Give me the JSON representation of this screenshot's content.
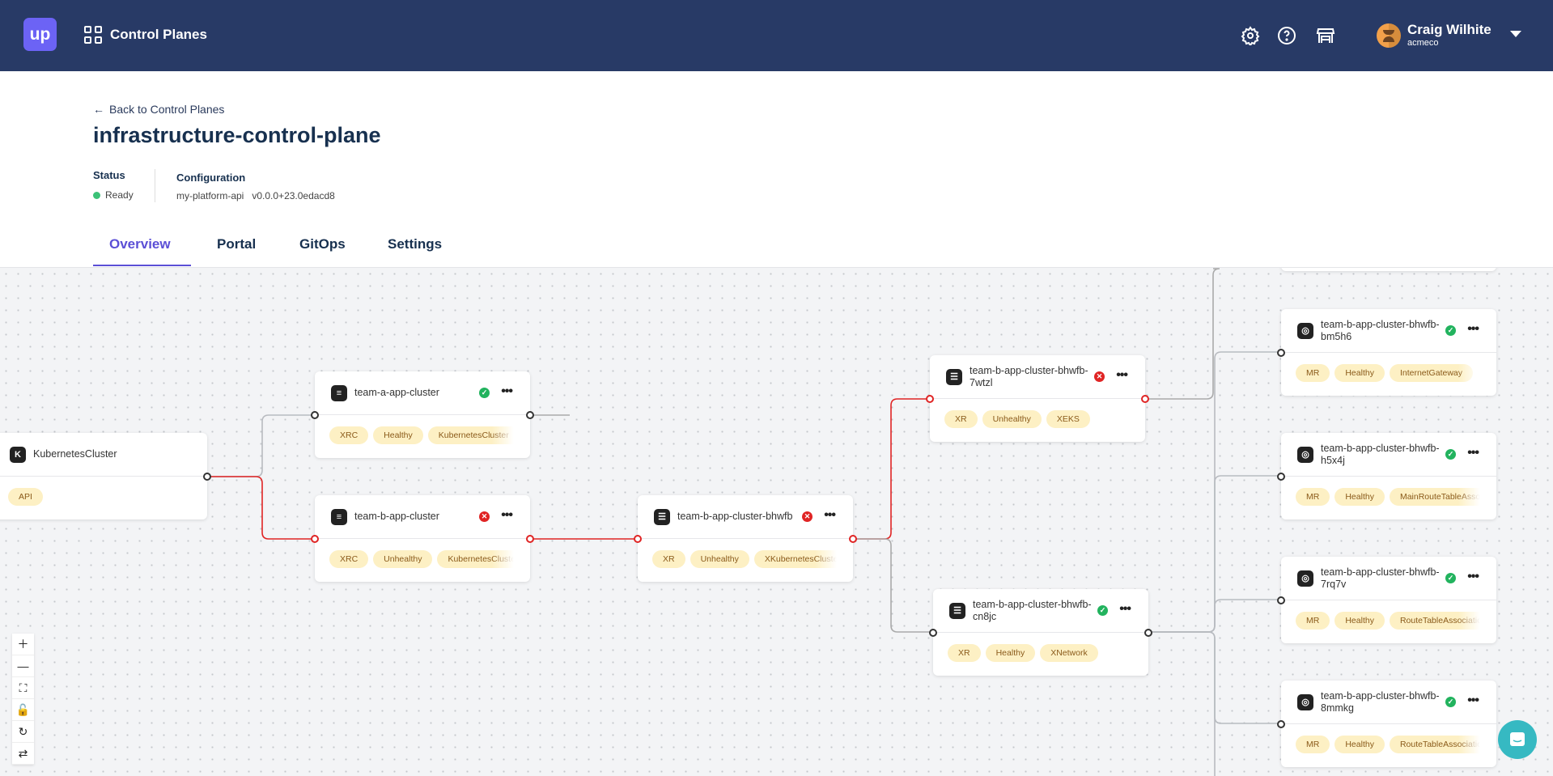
{
  "header": {
    "logo_text": "up",
    "app_title": "Control Planes",
    "icons": [
      "gear-icon",
      "help-icon",
      "marketplace-icon"
    ],
    "user": {
      "name": "Craig Wilhite",
      "org": "acmeco"
    }
  },
  "page": {
    "back_link": "Back to Control Planes",
    "title": "infrastructure-control-plane",
    "status_label": "Status",
    "status_value": "Ready",
    "status_color": "#3cc277",
    "config_label": "Configuration",
    "config_name": "my-platform-api",
    "config_version": "v0.0.0+23.0edacd8"
  },
  "tabs": [
    {
      "label": "Overview",
      "active": true
    },
    {
      "label": "Portal"
    },
    {
      "label": "GitOps"
    },
    {
      "label": "Settings"
    }
  ],
  "colors": {
    "healthy": "#22b35e",
    "unhealthy": "#e02424",
    "accent": "#5b4fd6",
    "topbar": "#283a66"
  },
  "graph": {
    "nodes": [
      {
        "title": "KubernetesCluster",
        "icon": "kubernetes-icon",
        "status": null,
        "tags": [
          "API"
        ]
      },
      {
        "title": "team-a-app-cluster",
        "icon": "layers-icon",
        "status": "healthy",
        "tags": [
          "XRC",
          "Healthy",
          "KubernetesCluster"
        ]
      },
      {
        "title": "team-b-app-cluster",
        "icon": "layers-icon",
        "status": "unhealthy",
        "tags": [
          "XRC",
          "Unhealthy",
          "KubernetesCluster"
        ]
      },
      {
        "title": "team-b-app-cluster-bhwfb",
        "icon": "list-icon",
        "status": "unhealthy",
        "tags": [
          "XR",
          "Unhealthy",
          "XKubernetesCluster"
        ]
      },
      {
        "title": "team-b-app-cluster-bhwfb-7wtzl",
        "icon": "list-icon",
        "status": "unhealthy",
        "tags": [
          "XR",
          "Unhealthy",
          "XEKS"
        ]
      },
      {
        "title": "team-b-app-cluster-bhwfb-cn8jc",
        "icon": "list-icon",
        "status": "healthy",
        "tags": [
          "XR",
          "Healthy",
          "XNetwork"
        ]
      },
      {
        "title": "team-b-app-cluster-bhwfb-bm5h6",
        "icon": "target-icon",
        "status": "healthy",
        "tags": [
          "MR",
          "Healthy",
          "InternetGateway"
        ]
      },
      {
        "title": "team-b-app-cluster-bhwfb-h5x4j",
        "icon": "target-icon",
        "status": "healthy",
        "tags": [
          "MR",
          "Healthy",
          "MainRouteTableAssociation"
        ]
      },
      {
        "title": "team-b-app-cluster-bhwfb-7rq7v",
        "icon": "target-icon",
        "status": "healthy",
        "tags": [
          "MR",
          "Healthy",
          "RouteTableAssociation"
        ]
      },
      {
        "title": "team-b-app-cluster-bhwfb-8mmkg",
        "icon": "target-icon",
        "status": "healthy",
        "tags": [
          "MR",
          "Healthy",
          "RouteTableAssociation"
        ]
      }
    ]
  },
  "canvas_controls": [
    "zoom-in",
    "zoom-out",
    "fit-view",
    "lock",
    "rotate",
    "refresh"
  ]
}
